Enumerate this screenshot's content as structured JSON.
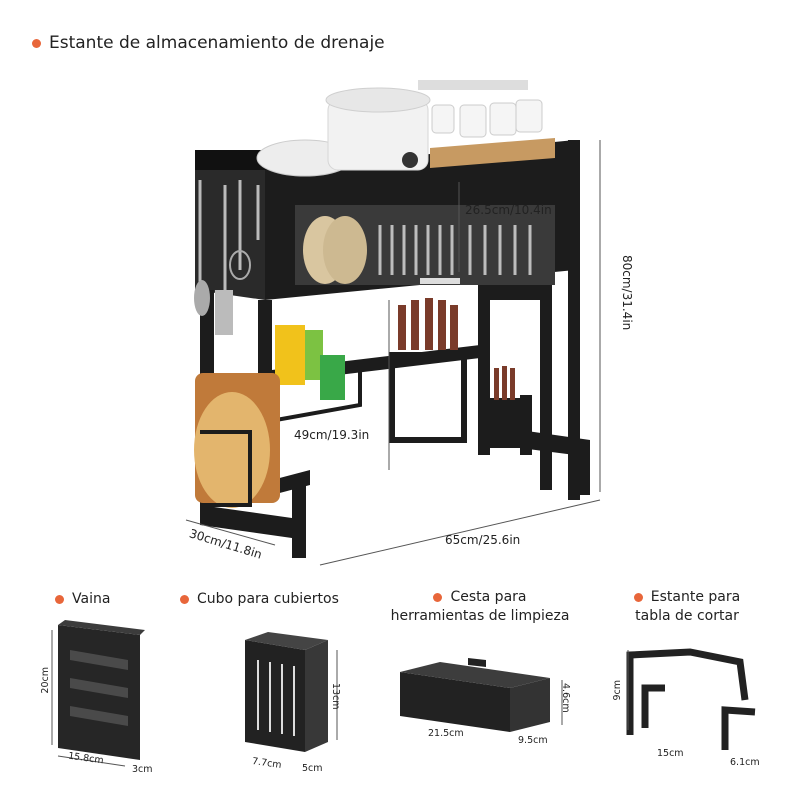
{
  "title": "Estante de almacenamiento de drenaje",
  "main_dimensions": {
    "height": "80cm/31.4in",
    "inner_height": "26.5cm/10.4in",
    "lower_height": "49cm/19.3in",
    "depth": "30cm/11.8in",
    "width": "65cm/25.6in"
  },
  "accessories": [
    {
      "name": "Vaina",
      "dim_height": "20cm",
      "dim_width": "15.8cm",
      "dim_depth": "3cm"
    },
    {
      "name": "Cubo para cubiertos",
      "dim_height": "13cm",
      "dim_width": "7.7cm",
      "dim_depth": "5cm"
    },
    {
      "name_line1": "Cesta para",
      "name_line2": "herramientas de limpieza",
      "dim_height": "4.6cm",
      "dim_width": "21.5cm",
      "dim_depth": "9.5cm"
    },
    {
      "name_line1": "Estante para",
      "name_line2": "tabla de cortar",
      "dim_height": "9cm",
      "dim_width": "15cm",
      "dim_depth": "6.1cm"
    }
  ],
  "colors": {
    "accent_dot": "#e8663a",
    "rack": "#1c1c1c"
  }
}
